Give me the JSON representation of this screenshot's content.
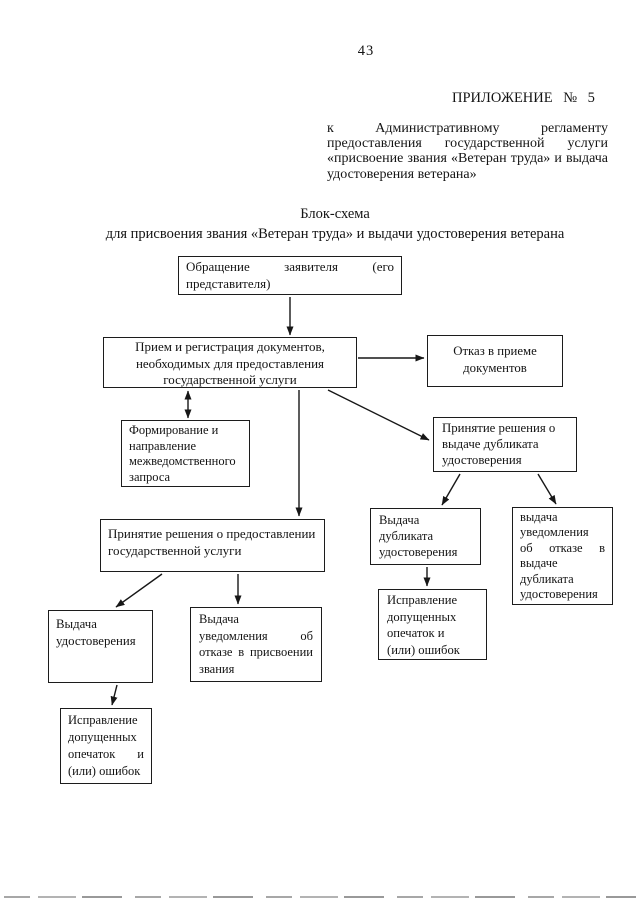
{
  "page": {
    "number": "43"
  },
  "appendix": {
    "title": "ПРИЛОЖЕНИЕ № 5",
    "paragraph_lines": [
      "к Административному регламенту",
      "предоставления государственной услуги",
      "«присвоение звания «Ветеран труда» и выдача",
      "удостоверения ветерана»"
    ]
  },
  "schema_title": {
    "line1": "Блок-схема",
    "line2": "для присвоения звания «Ветеран труда» и выдачи удостоверения ветерана"
  },
  "flow": {
    "nodes": [
      {
        "id": "request",
        "lines": [
          "Обращение заявителя (его",
          "представителя)"
        ]
      },
      {
        "id": "reception",
        "lines": [
          "Прием и регистрация документов,",
          "необходимых для предоставления",
          "государственной услуги"
        ]
      },
      {
        "id": "refusal-to-accept",
        "lines": [
          "Отказ в приеме",
          "документов"
        ]
      },
      {
        "id": "interagency-request",
        "lines": [
          "Формирование и",
          "направление",
          "межведомственного",
          "запроса"
        ]
      },
      {
        "id": "duplicate-decision",
        "lines": [
          "Принятие решения о",
          "выдаче дубликата",
          "удостоверения"
        ]
      },
      {
        "id": "service-decision",
        "lines": [
          "Принятие решения о предоставлении",
          "государственной услуги"
        ]
      },
      {
        "id": "issue-certificate",
        "lines": [
          "Выдача",
          "удостоверения"
        ]
      },
      {
        "id": "refusal-notice",
        "lines": [
          "Выдача",
          "уведомления об",
          "отказе в присвоении",
          "звания"
        ]
      },
      {
        "id": "fix-errors",
        "lines": [
          "Исправление",
          "допущенных",
          "опечаток и",
          "(или) ошибок"
        ]
      },
      {
        "id": "issue-duplicate",
        "lines": [
          "Выдача",
          "дубликата",
          "удостоверения"
        ]
      },
      {
        "id": "duplicate-refusal-notice",
        "lines": [
          "выдача",
          "уведомления",
          "об отказе в",
          "выдаче",
          "дубликата",
          "удостоверения"
        ]
      },
      {
        "id": "fix-errors-duplicate",
        "lines": [
          "Исправление",
          "допущенных",
          "опечаток и",
          "(или) ошибок"
        ]
      }
    ],
    "edges": [
      {
        "from": "request",
        "to": "reception"
      },
      {
        "from": "reception",
        "to": "refusal-to-accept"
      },
      {
        "from": "reception",
        "to": "interagency-request",
        "bidirectional": true
      },
      {
        "from": "reception",
        "to": "service-decision"
      },
      {
        "from": "reception",
        "to": "duplicate-decision"
      },
      {
        "from": "duplicate-decision",
        "to": "issue-duplicate"
      },
      {
        "from": "duplicate-decision",
        "to": "duplicate-refusal-notice"
      },
      {
        "from": "issue-duplicate",
        "to": "fix-errors-duplicate"
      },
      {
        "from": "service-decision",
        "to": "issue-certificate"
      },
      {
        "from": "service-decision",
        "to": "refusal-notice"
      },
      {
        "from": "issue-certificate",
        "to": "fix-errors"
      }
    ]
  }
}
